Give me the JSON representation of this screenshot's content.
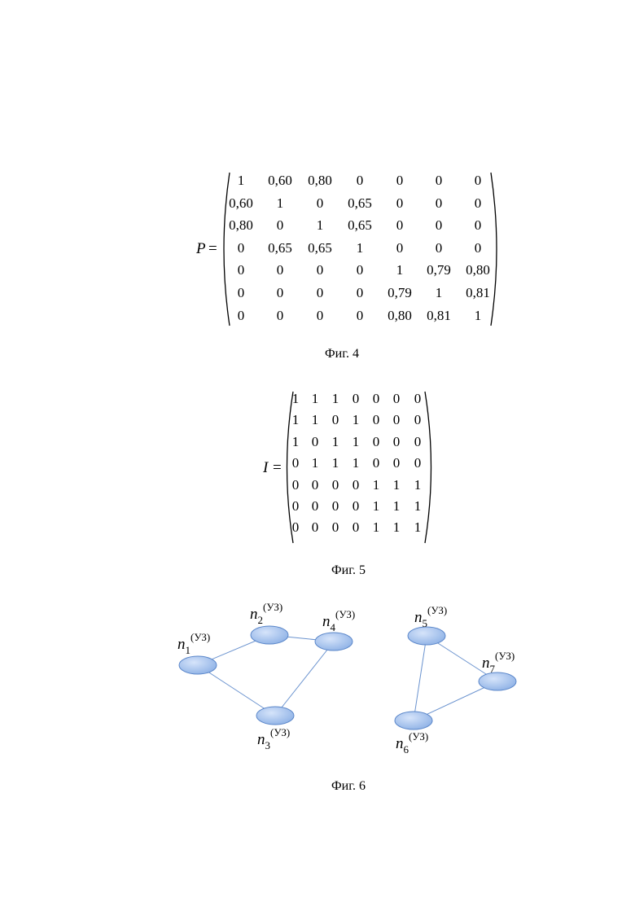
{
  "figure4": {
    "symbol": "P",
    "equals": "=",
    "rows": [
      [
        "1",
        "0,60",
        "0,80",
        "0",
        "0",
        "0",
        "0"
      ],
      [
        "0,60",
        "1",
        "0",
        "0,65",
        "0",
        "0",
        "0"
      ],
      [
        "0,80",
        "0",
        "1",
        "0,65",
        "0",
        "0",
        "0"
      ],
      [
        "0",
        "0,65",
        "0,65",
        "1",
        "0",
        "0",
        "0"
      ],
      [
        "0",
        "0",
        "0",
        "0",
        "1",
        "0,79",
        "0,80"
      ],
      [
        "0",
        "0",
        "0",
        "0",
        "0,79",
        "1",
        "0,81"
      ],
      [
        "0",
        "0",
        "0",
        "0",
        "0,80",
        "0,81",
        "1"
      ]
    ],
    "caption": "Фиг. 4"
  },
  "figure5": {
    "symbol": "I",
    "equals": "=",
    "rows": [
      [
        "1",
        "1",
        "1",
        "0",
        "0",
        "0",
        "0"
      ],
      [
        "1",
        "1",
        "0",
        "1",
        "0",
        "0",
        "0"
      ],
      [
        "1",
        "0",
        "1",
        "1",
        "0",
        "0",
        "0"
      ],
      [
        "0",
        "1",
        "1",
        "1",
        "0",
        "0",
        "0"
      ],
      [
        "0",
        "0",
        "0",
        "0",
        "1",
        "1",
        "1"
      ],
      [
        "0",
        "0",
        "0",
        "0",
        "1",
        "1",
        "1"
      ],
      [
        "0",
        "0",
        "0",
        "0",
        "1",
        "1",
        "1"
      ]
    ],
    "caption": "Фиг. 5"
  },
  "figure6": {
    "node_fill": "#8fb2e6",
    "edge_color": "#6b93cf",
    "node_letter": "n",
    "node_superscript": "(УЗ)",
    "nodes": [
      {
        "id": "1",
        "subscript": "1"
      },
      {
        "id": "2",
        "subscript": "2"
      },
      {
        "id": "3",
        "subscript": "3"
      },
      {
        "id": "4",
        "subscript": "4"
      },
      {
        "id": "5",
        "subscript": "5"
      },
      {
        "id": "6",
        "subscript": "6"
      },
      {
        "id": "7",
        "subscript": "7"
      }
    ],
    "edges": [
      [
        "1",
        "2"
      ],
      [
        "2",
        "4"
      ],
      [
        "1",
        "3"
      ],
      [
        "3",
        "4"
      ],
      [
        "5",
        "7"
      ],
      [
        "5",
        "6"
      ],
      [
        "6",
        "7"
      ]
    ],
    "caption": "Фиг. 6"
  }
}
